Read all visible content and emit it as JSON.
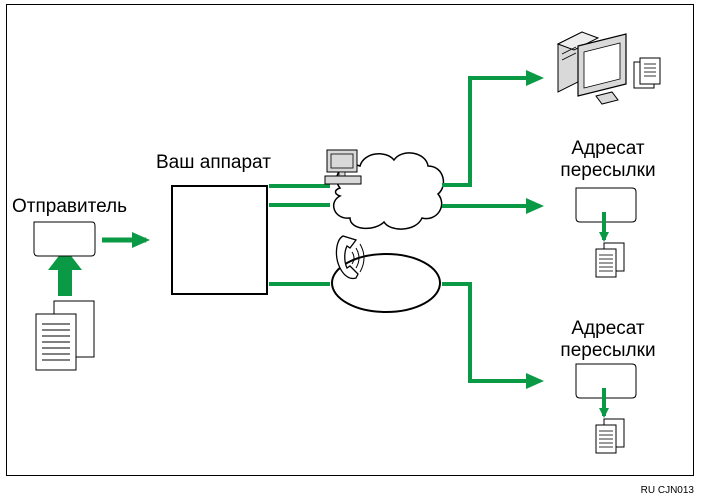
{
  "labels": {
    "device": "Ваш аппарат",
    "sender": "Отправитель",
    "recipient_top_line1": "Адресат",
    "recipient_top_line2": "пересылки",
    "recipient_bottom_line1": "Адресат",
    "recipient_bottom_line2": "пересылки"
  },
  "figure_code": "RU CJN013",
  "colors": {
    "arrow": "#0a9a46",
    "stroke": "#000000",
    "fill": "#ffffff",
    "monitor": "#d9d9d9"
  },
  "icons": [
    "pc-icon",
    "network-cloud-icon",
    "telephone-icon",
    "document-stack-icon",
    "fax-machine-icon"
  ]
}
